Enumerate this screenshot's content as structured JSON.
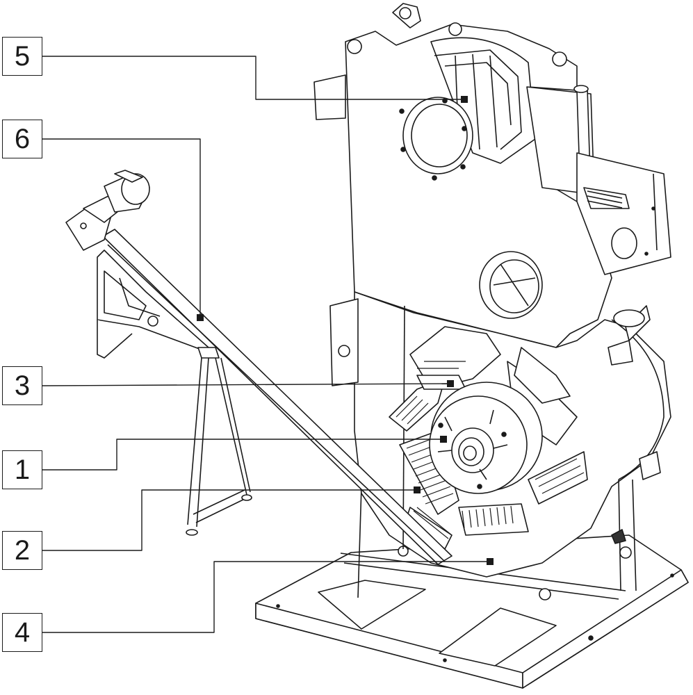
{
  "callouts": [
    {
      "id": "5",
      "label": "5"
    },
    {
      "id": "6",
      "label": "6"
    },
    {
      "id": "3",
      "label": "3"
    },
    {
      "id": "1",
      "label": "1"
    },
    {
      "id": "2",
      "label": "2"
    },
    {
      "id": "4",
      "label": "4"
    }
  ],
  "colors": {
    "line": "#1a1a1a",
    "fill": "#ffffff",
    "shade": "#cfcfcf",
    "dark": "#333333"
  }
}
